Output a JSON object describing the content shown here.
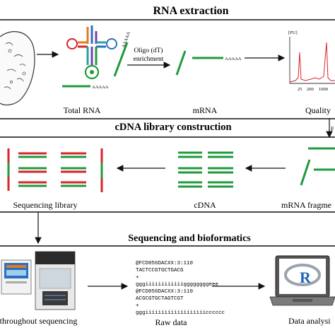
{
  "sections": {
    "rna_extraction": "RNA extraction",
    "cdna_library": "cDNA library construction",
    "sequencing": "Sequencing and bioformatics"
  },
  "stage1": {
    "total_rna": "Total RNA",
    "oligo_line1": "Oligo (dT)",
    "oligo_line2": "enrichment",
    "mrna": "mRNA",
    "polya": "AAAAA",
    "quality": "Quality",
    "fu_label": "[FU]",
    "tick_25": "25",
    "tick_200": "200",
    "tick_1000": "1000",
    "connector_label": "F"
  },
  "stage2": {
    "sequencing_library": "Sequencing library",
    "cdna": "cDNA",
    "mrna_fragments": "mRNA fragme"
  },
  "stage3": {
    "throughput": "h throughout sequencing",
    "raw_data": "Raw data",
    "data_analysis": "Data analysi",
    "r_logo": "R",
    "fastq": [
      "@FCD056DACXX:3:110",
      "TACTCCGTGCTGACG",
      "+",
      "gggiiiiiiiiiiiiggggggggeee",
      "@FCD056DACXX:3:110",
      "ACGCGTGCTAGTCGT",
      "+",
      "gggiiiiiiiiiiiiiiiiiiicccccc"
    ]
  },
  "colors": {
    "green": "#1f9a3c",
    "red": "#d6242b",
    "blue": "#2a6fc0",
    "orange": "#e07b22"
  }
}
